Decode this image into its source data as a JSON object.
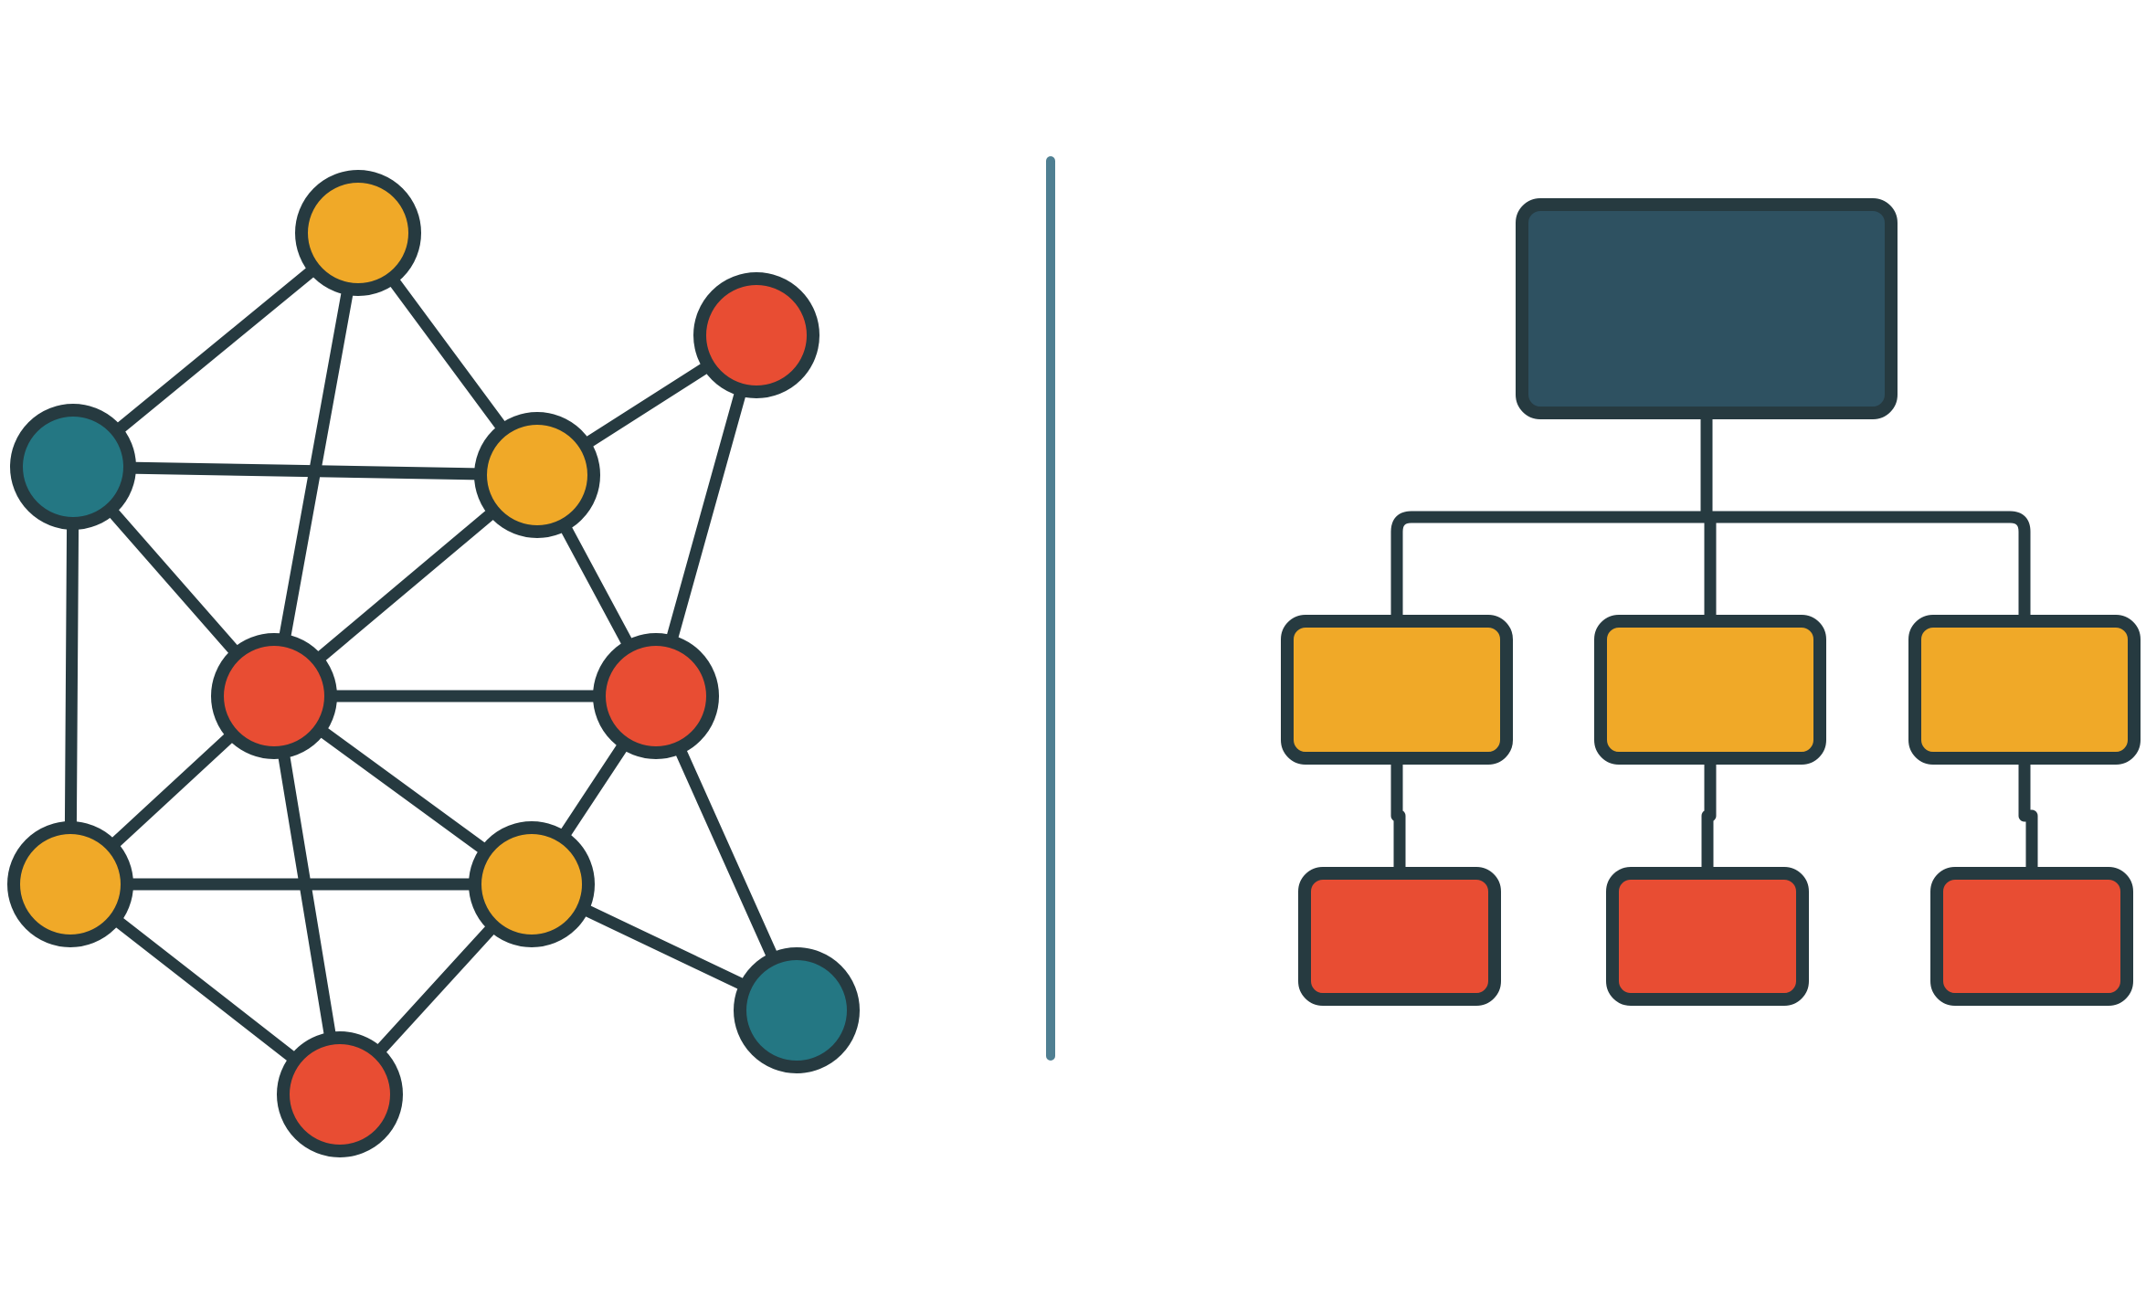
{
  "colors": {
    "background": "#ffffff",
    "outline": "#263a40",
    "divider": "#4f7f92",
    "yellow": "#f0a928",
    "red": "#e84d33",
    "teal": "#247783",
    "navy": "#2e5161"
  },
  "network": {
    "nodes": [
      {
        "id": "n1",
        "color": "yellow"
      },
      {
        "id": "n2",
        "color": "red"
      },
      {
        "id": "n3",
        "color": "teal"
      },
      {
        "id": "n4",
        "color": "yellow"
      },
      {
        "id": "n5",
        "color": "red"
      },
      {
        "id": "n6",
        "color": "red"
      },
      {
        "id": "n7",
        "color": "yellow"
      },
      {
        "id": "n8",
        "color": "yellow"
      },
      {
        "id": "n9",
        "color": "teal"
      },
      {
        "id": "n10",
        "color": "red"
      }
    ],
    "edges": [
      [
        "n1",
        "n3"
      ],
      [
        "n1",
        "n4"
      ],
      [
        "n1",
        "n5"
      ],
      [
        "n2",
        "n4"
      ],
      [
        "n2",
        "n6"
      ],
      [
        "n3",
        "n4"
      ],
      [
        "n3",
        "n5"
      ],
      [
        "n3",
        "n7"
      ],
      [
        "n4",
        "n5"
      ],
      [
        "n4",
        "n6"
      ],
      [
        "n5",
        "n6"
      ],
      [
        "n5",
        "n7"
      ],
      [
        "n5",
        "n8"
      ],
      [
        "n5",
        "n10"
      ],
      [
        "n6",
        "n8"
      ],
      [
        "n6",
        "n9"
      ],
      [
        "n7",
        "n8"
      ],
      [
        "n7",
        "n10"
      ],
      [
        "n8",
        "n9"
      ],
      [
        "n8",
        "n10"
      ]
    ]
  },
  "hierarchy": {
    "root": {
      "id": "root",
      "color": "navy"
    },
    "levels": [
      [
        {
          "id": "c1",
          "color": "yellow"
        },
        {
          "id": "c2",
          "color": "yellow"
        },
        {
          "id": "c3",
          "color": "yellow"
        }
      ],
      [
        {
          "id": "g1",
          "color": "red",
          "parent": "c1"
        },
        {
          "id": "g2",
          "color": "red",
          "parent": "c2"
        },
        {
          "id": "g3",
          "color": "red",
          "parent": "c3"
        }
      ]
    ]
  }
}
